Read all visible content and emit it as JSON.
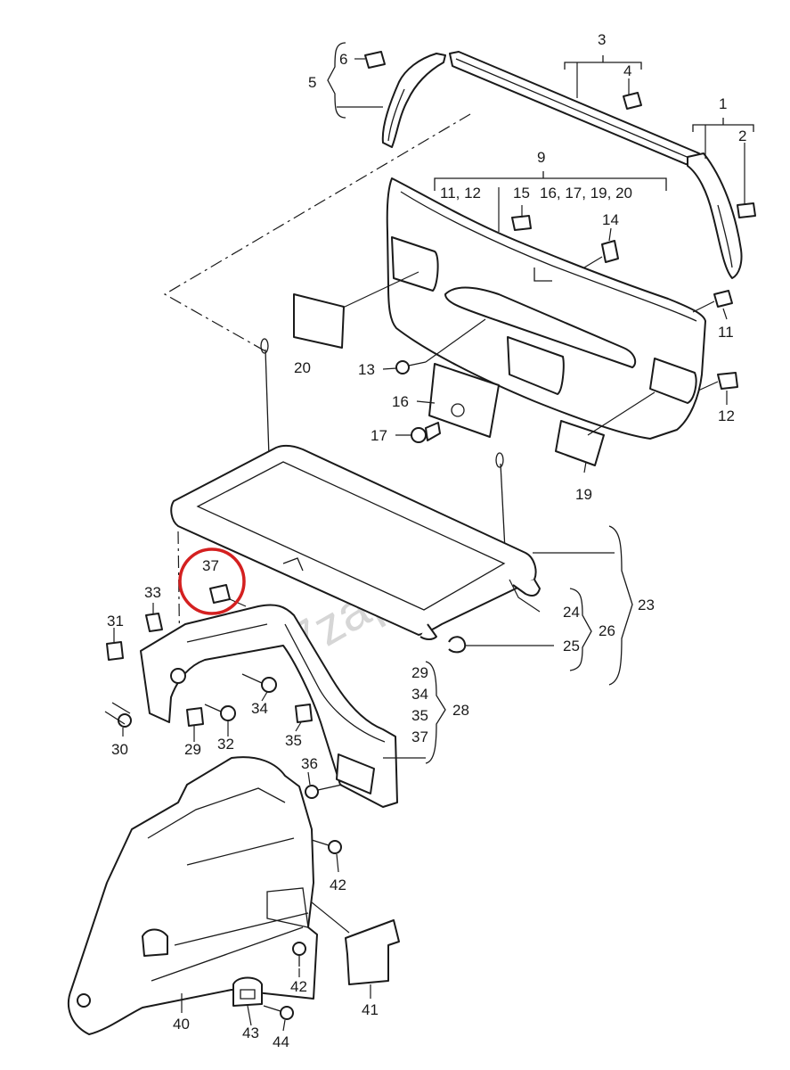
{
  "watermark": "7zap.com",
  "highlight_color": "#d42020",
  "callouts": {
    "c1": "1",
    "c2": "2",
    "c3": "3",
    "c4": "4",
    "c5": "5",
    "c6": "6",
    "c9": "9",
    "c9a": "11, 12",
    "c9b": "15",
    "c9c": "16, 17, 19, 20",
    "c14": "14",
    "c11": "11",
    "c12": "12",
    "c13": "13",
    "c16": "16",
    "c17": "17",
    "c19": "19",
    "c20": "20",
    "c23": "23",
    "c24": "24",
    "c25": "25",
    "c26": "26",
    "c28": "28",
    "c28_list": [
      "29",
      "34",
      "35",
      "37"
    ],
    "c29": "29",
    "c30": "30",
    "c31": "31",
    "c32": "32",
    "c33": "33",
    "c34": "34",
    "c35": "35",
    "c36": "36",
    "c37": "37",
    "c40": "40",
    "c41": "41",
    "c42a": "42",
    "c42b": "42",
    "c43": "43",
    "c44": "44"
  }
}
